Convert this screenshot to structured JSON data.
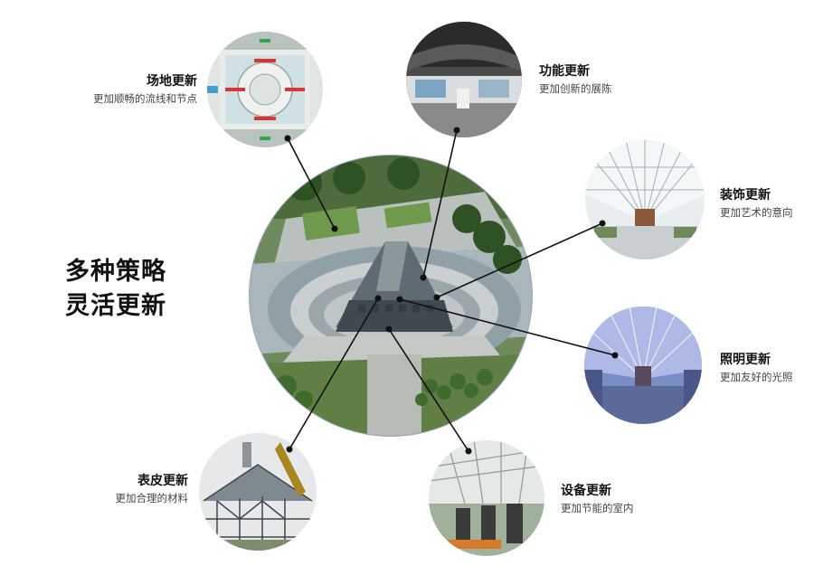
{
  "main_title": {
    "line1": "多种策略",
    "line2": "灵活更新"
  },
  "strategies": [
    {
      "key": "site",
      "title": "场地更新",
      "subtitle": "更加顺畅的流线和节点"
    },
    {
      "key": "function",
      "title": "功能更新",
      "subtitle": "更加创新的展陈"
    },
    {
      "key": "decoration",
      "title": "装饰更新",
      "subtitle": "更加艺术的意向"
    },
    {
      "key": "lighting",
      "title": "照明更新",
      "subtitle": "更加友好的光照"
    },
    {
      "key": "equipment",
      "title": "设备更新",
      "subtitle": "更加节能的室内"
    },
    {
      "key": "skin",
      "title": "表皮更新",
      "subtitle": "更加合理的材料"
    }
  ]
}
